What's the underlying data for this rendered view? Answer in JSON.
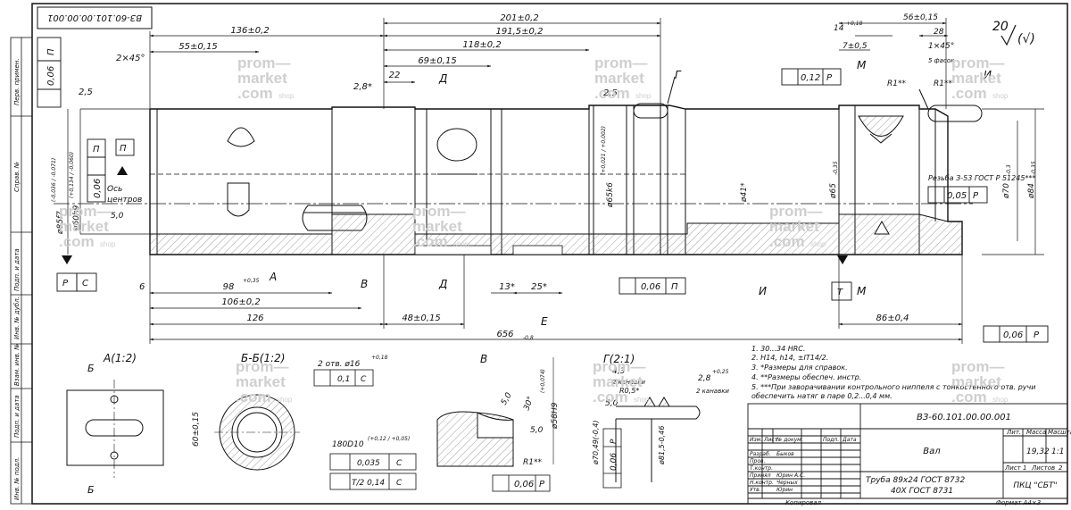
{
  "drawing": {
    "number_top": "ВЗ-60.101.00.00.001",
    "roughness_general": "20",
    "roughness_bracket": "(√)",
    "watermark": {
      "l1": "prom—",
      "l2": "market",
      "l3": ".com",
      "shop": "shop"
    }
  },
  "dims": {
    "d136": "136±0,2",
    "d55": "55±0,15",
    "d2x45": "2×45°",
    "d201": "201±0,2",
    "d1915": "191,5±0,2",
    "d118": "118±0,2",
    "d69": "69±0,15",
    "d22": "22",
    "d28a": "2,8*",
    "d25a": "2,5",
    "d25b": "2,5",
    "d14": "14",
    "d14tol": "+0,18",
    "d7": "7±0,5",
    "d56": "56±0,15",
    "d28": "28",
    "d1x45": "1×45°",
    "fasok": "5 фасок",
    "R1a": "R1**",
    "R1b": "R1**",
    "d98": "98",
    "d98tol": "+0,35",
    "d106": "106±0,2",
    "d126": "126",
    "d48": "48±0,15",
    "d13": "13*",
    "d25s": "25*",
    "d656": "656",
    "d656tol": "-0,8",
    "d86": "86±0,4",
    "d6": "6",
    "d85": "ø85f7",
    "d85tol": "(-0,036 / -0,071)",
    "d60": "ø60h9",
    "d60tol": "(+0,134 / -0,060)",
    "os": "Ось",
    "centrov": "центров",
    "d50": "5,0",
    "d25l": "2,5",
    "d65k6": "ø65k6",
    "d65tol": "(+0,021 / +0,002)",
    "d41": "ø41*",
    "d65": "ø65",
    "d65t": "-0,35",
    "d70": "ø70",
    "d70t": "-0,3",
    "d84": "ø84",
    "d84t": "-0,35",
    "thread": "Резьба З-53 ГОСТ Р 51245***"
  },
  "frames": {
    "f1v": "0,06",
    "f1d": "П",
    "pbox": "П",
    "f2v": "0,06",
    "f2d": "П",
    "rbox": "Р",
    "cbox": "С",
    "f3v": "0,12",
    "f3d": "Р",
    "f4v": "0,05",
    "f4d": "Р",
    "f5v": "0,06",
    "f5d": "П",
    "tbox": "Т",
    "f6v": "0,06",
    "f6d": "Р"
  },
  "labels": {
    "A": "А",
    "V": "В",
    "D": "Д",
    "D2": "Д",
    "G": "Г",
    "M": "М",
    "M2": "М",
    "I": "И",
    "I2": "И",
    "E": "Е"
  },
  "sections": {
    "A": "А(1:2)",
    "B": "Б-Б(1:2)",
    "V": "В",
    "G": "Г(2:1)",
    "B1": "Б",
    "B2": "Б",
    "holes": "2 отв. ø16",
    "holes_tol": "+0,18",
    "pos1": "0,1",
    "pos1d": "С",
    "d180": "180D10",
    "d180tol": "(+0,12 / +0,05)",
    "par": "0,035",
    "pard": "С",
    "sym": "Т/2 0,14",
    "symd": "С",
    "d60s": "60±0,15",
    "v50": "5,0",
    "v30": "30°",
    "v50b": "5,0",
    "v58": "ø58H9",
    "v58tol": "(+0,074)",
    "vR1": "R1**",
    "vf": "0,06",
    "vfd": "Р",
    "g43": "4,3",
    "gkan": "2 канавки",
    "gR05": "R0,5*",
    "g50": "5,0",
    "g28": "2,8",
    "g28tol": "+0,25",
    "gkan2": "2 канавки",
    "g70": "ø70,49(-0,4)",
    "gf": "0,06",
    "gfd": "Р",
    "g815": "ø81,5-0,46"
  },
  "notes": [
    "1. 30...34 HRC.",
    "2. H14, h14, ±IT14/2.",
    "3. *Размеры для справок.",
    "4. **Размеры обеспеч. инстр.",
    "5. ***При заворачивании контрольного ниппеля с тонкостенного отв. ручи",
    "обеспечить натяг в паре 0,2...0,4 мм."
  ],
  "title_block": {
    "number": "ВЗ-60.101.00.00.001",
    "name": "Вал",
    "material_1": "Труба 89х24 ГОСТ 8732",
    "material_2": "40Х ГОСТ 8731",
    "lit": "Лит.",
    "massa": "Масса",
    "masshtab": "Масштаб",
    "mass_val": "19,32",
    "scale_val": "1:1",
    "list": "Лист",
    "list_no": "1",
    "listov": "Листов",
    "listov_no": "2",
    "company": "ПКЦ \"СБТ\"",
    "cols": [
      "Изм.",
      "Лист",
      "№ докум.",
      "Подп.",
      "Дата"
    ],
    "roles": [
      "Разраб.",
      "Пров.",
      "Т.контр.",
      "Принял",
      "Н.контр.",
      "Утв."
    ],
    "people": [
      "Быков",
      "",
      "",
      "Юрин А.С.",
      "Черных",
      "Юрин"
    ],
    "copied": "Копировал",
    "format": "Формат А4×3"
  },
  "side_strip": [
    "Перв. примен.",
    "Справ. №",
    "Подп. и дата",
    "Инв. № дубл.",
    "Взам. инв. №",
    "Подп. и дата",
    "Инв. № подл."
  ]
}
